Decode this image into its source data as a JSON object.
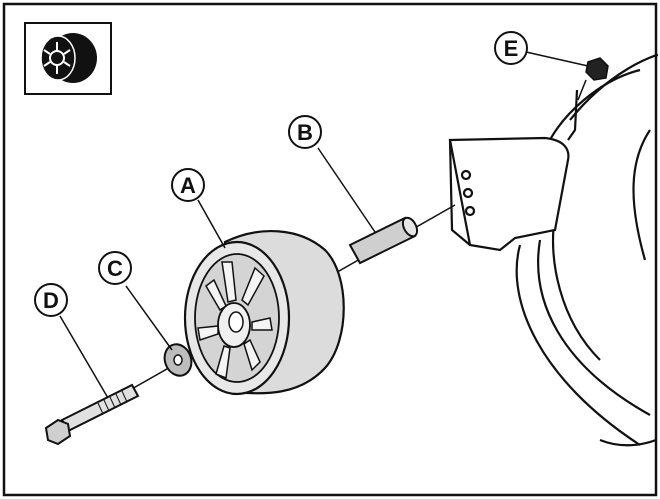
{
  "diagram": {
    "callouts": [
      {
        "id": "A",
        "label": "A",
        "part": "wheel"
      },
      {
        "id": "B",
        "label": "B",
        "part": "spacer-sleeve"
      },
      {
        "id": "C",
        "label": "C",
        "part": "washer"
      },
      {
        "id": "D",
        "label": "D",
        "part": "bolt"
      },
      {
        "id": "E",
        "label": "E",
        "part": "nut"
      }
    ],
    "icon": "wheel-thumbnail-icon",
    "colors": {
      "line": "#111111",
      "wheel_fill": "#dcdcdc",
      "part_fill": "#cfcfcf",
      "background": "#ffffff"
    }
  }
}
